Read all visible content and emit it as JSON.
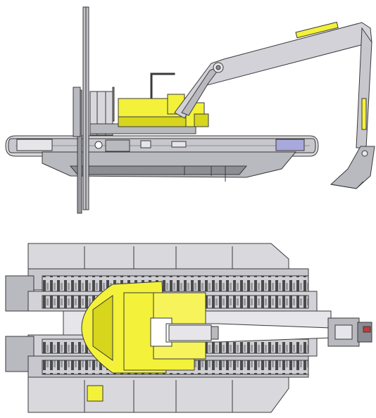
{
  "figure": {
    "views": [
      {
        "id": "side-elevation"
      },
      {
        "id": "plan-view"
      }
    ]
  },
  "colors": {
    "background": "#ffffff",
    "outline": "#3a3a3a",
    "steel_light": "#d9d9dd",
    "steel_mid": "#b9b9c0",
    "steel_dark": "#8d8d96",
    "cab_yellow": "#f3f13a",
    "cab_yellow_shade": "#d7d51c",
    "track_dark": "#4a4a4a",
    "hose_red": "#c23a3a"
  },
  "icons": {
    "spud_pole": "vertical-spud-pole",
    "pontoon": "pontoon-track-icon",
    "cab": "operator-cab-icon",
    "boom": "excavator-boom-icon",
    "bucket": "bucket-icon"
  }
}
